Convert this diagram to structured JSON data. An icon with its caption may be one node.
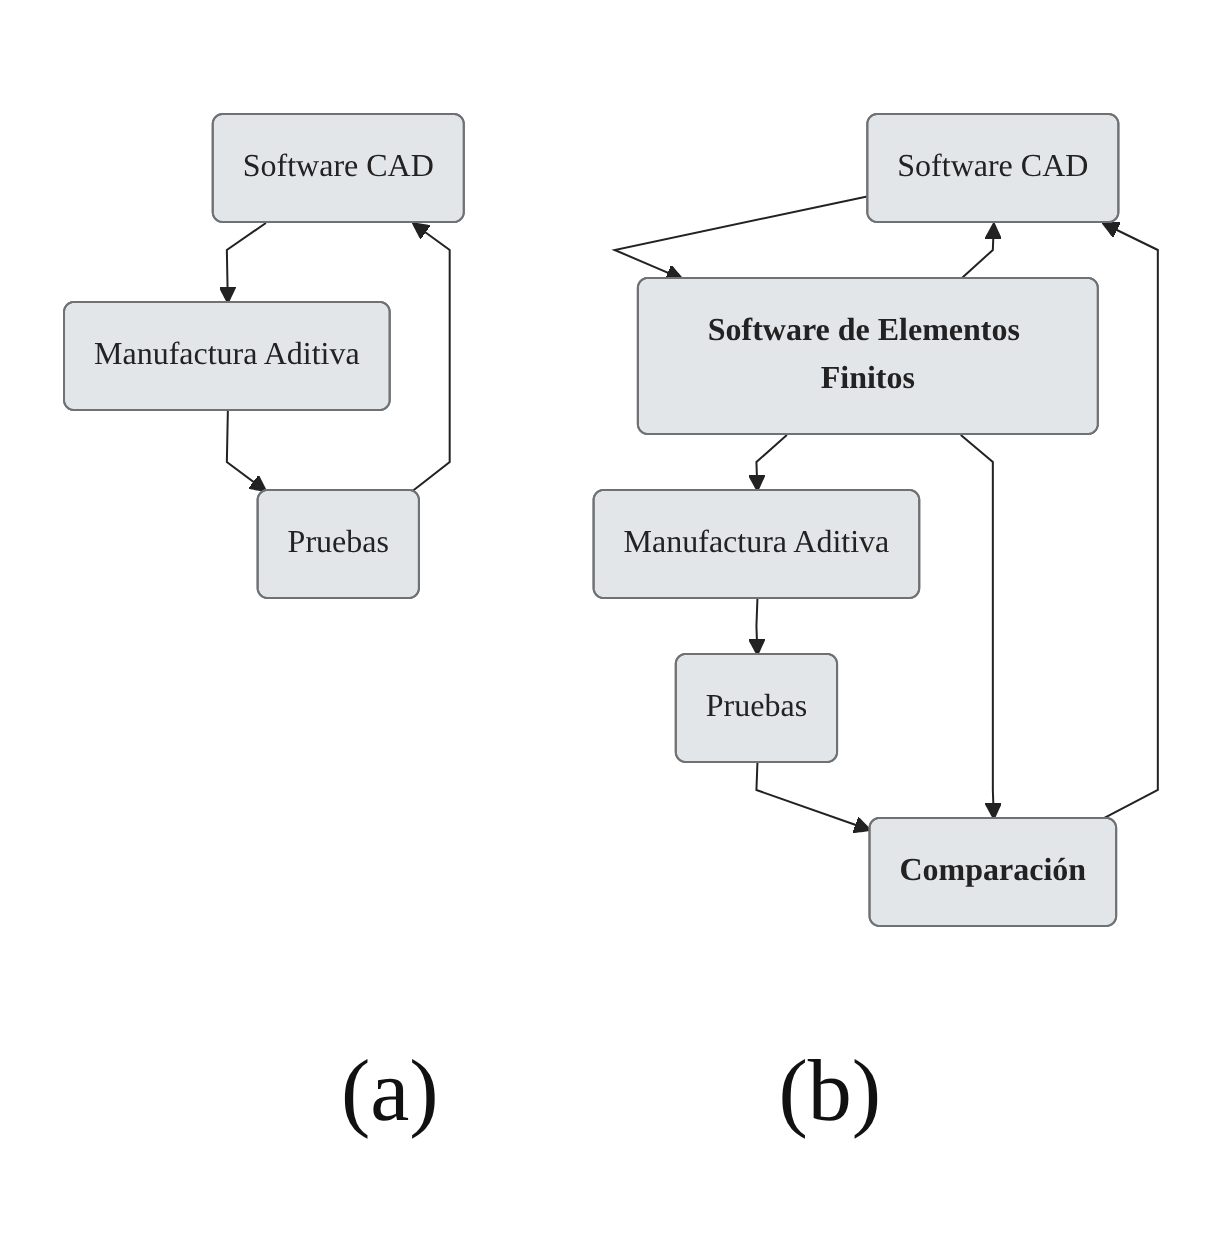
{
  "diagram": {
    "nodes": [
      {
        "text": [
          "Software CAD"
        ]
      },
      {
        "text": [
          "Manufactura Aditiva"
        ]
      },
      {
        "text": [
          "Pruebas"
        ]
      },
      {
        "text": [
          "Software CAD"
        ]
      },
      {
        "text": [
          "Software de Elementos Finitos"
        ]
      },
      {
        "text": [
          "Manufactura Aditiva"
        ]
      },
      {
        "text": [
          "Pruebas"
        ]
      },
      {
        "text": [
          "Comparación"
        ]
      }
    ],
    "edges": [
      {
        "from": 0,
        "to": 1,
        "arrow": "to"
      },
      {
        "from": 1,
        "to": 2,
        "arrow": "to"
      },
      {
        "from": 2,
        "to": 0,
        "arrow": "to"
      },
      {
        "from": 3,
        "to": 4,
        "arrow": "to"
      },
      {
        "from": 4,
        "to": 3,
        "arrow": "to"
      },
      {
        "from": 4,
        "to": 5,
        "arrow": "to"
      },
      {
        "from": 5,
        "to": 6,
        "arrow": "to"
      },
      {
        "from": 6,
        "to": 7,
        "arrow": "to"
      },
      {
        "from": 4,
        "to": 7,
        "arrow": "to"
      },
      {
        "from": 7,
        "to": 3,
        "arrow": "to"
      }
    ],
    "labels": [
      "(a)",
      "(b)"
    ]
  }
}
